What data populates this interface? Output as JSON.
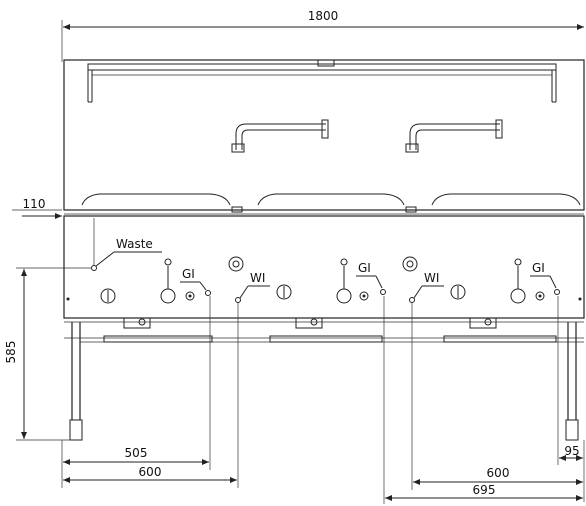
{
  "dimensions": {
    "overall_width": "1800",
    "top_offset": "110",
    "height": "585",
    "left_505": "505",
    "left_600": "600",
    "right_600": "600",
    "right_95": "95",
    "right_695": "695"
  },
  "labels": {
    "waste": "Waste",
    "gi_1": "GI",
    "gi_2": "GI",
    "gi_3": "GI",
    "wi_1": "WI",
    "wi_2": "WI"
  }
}
